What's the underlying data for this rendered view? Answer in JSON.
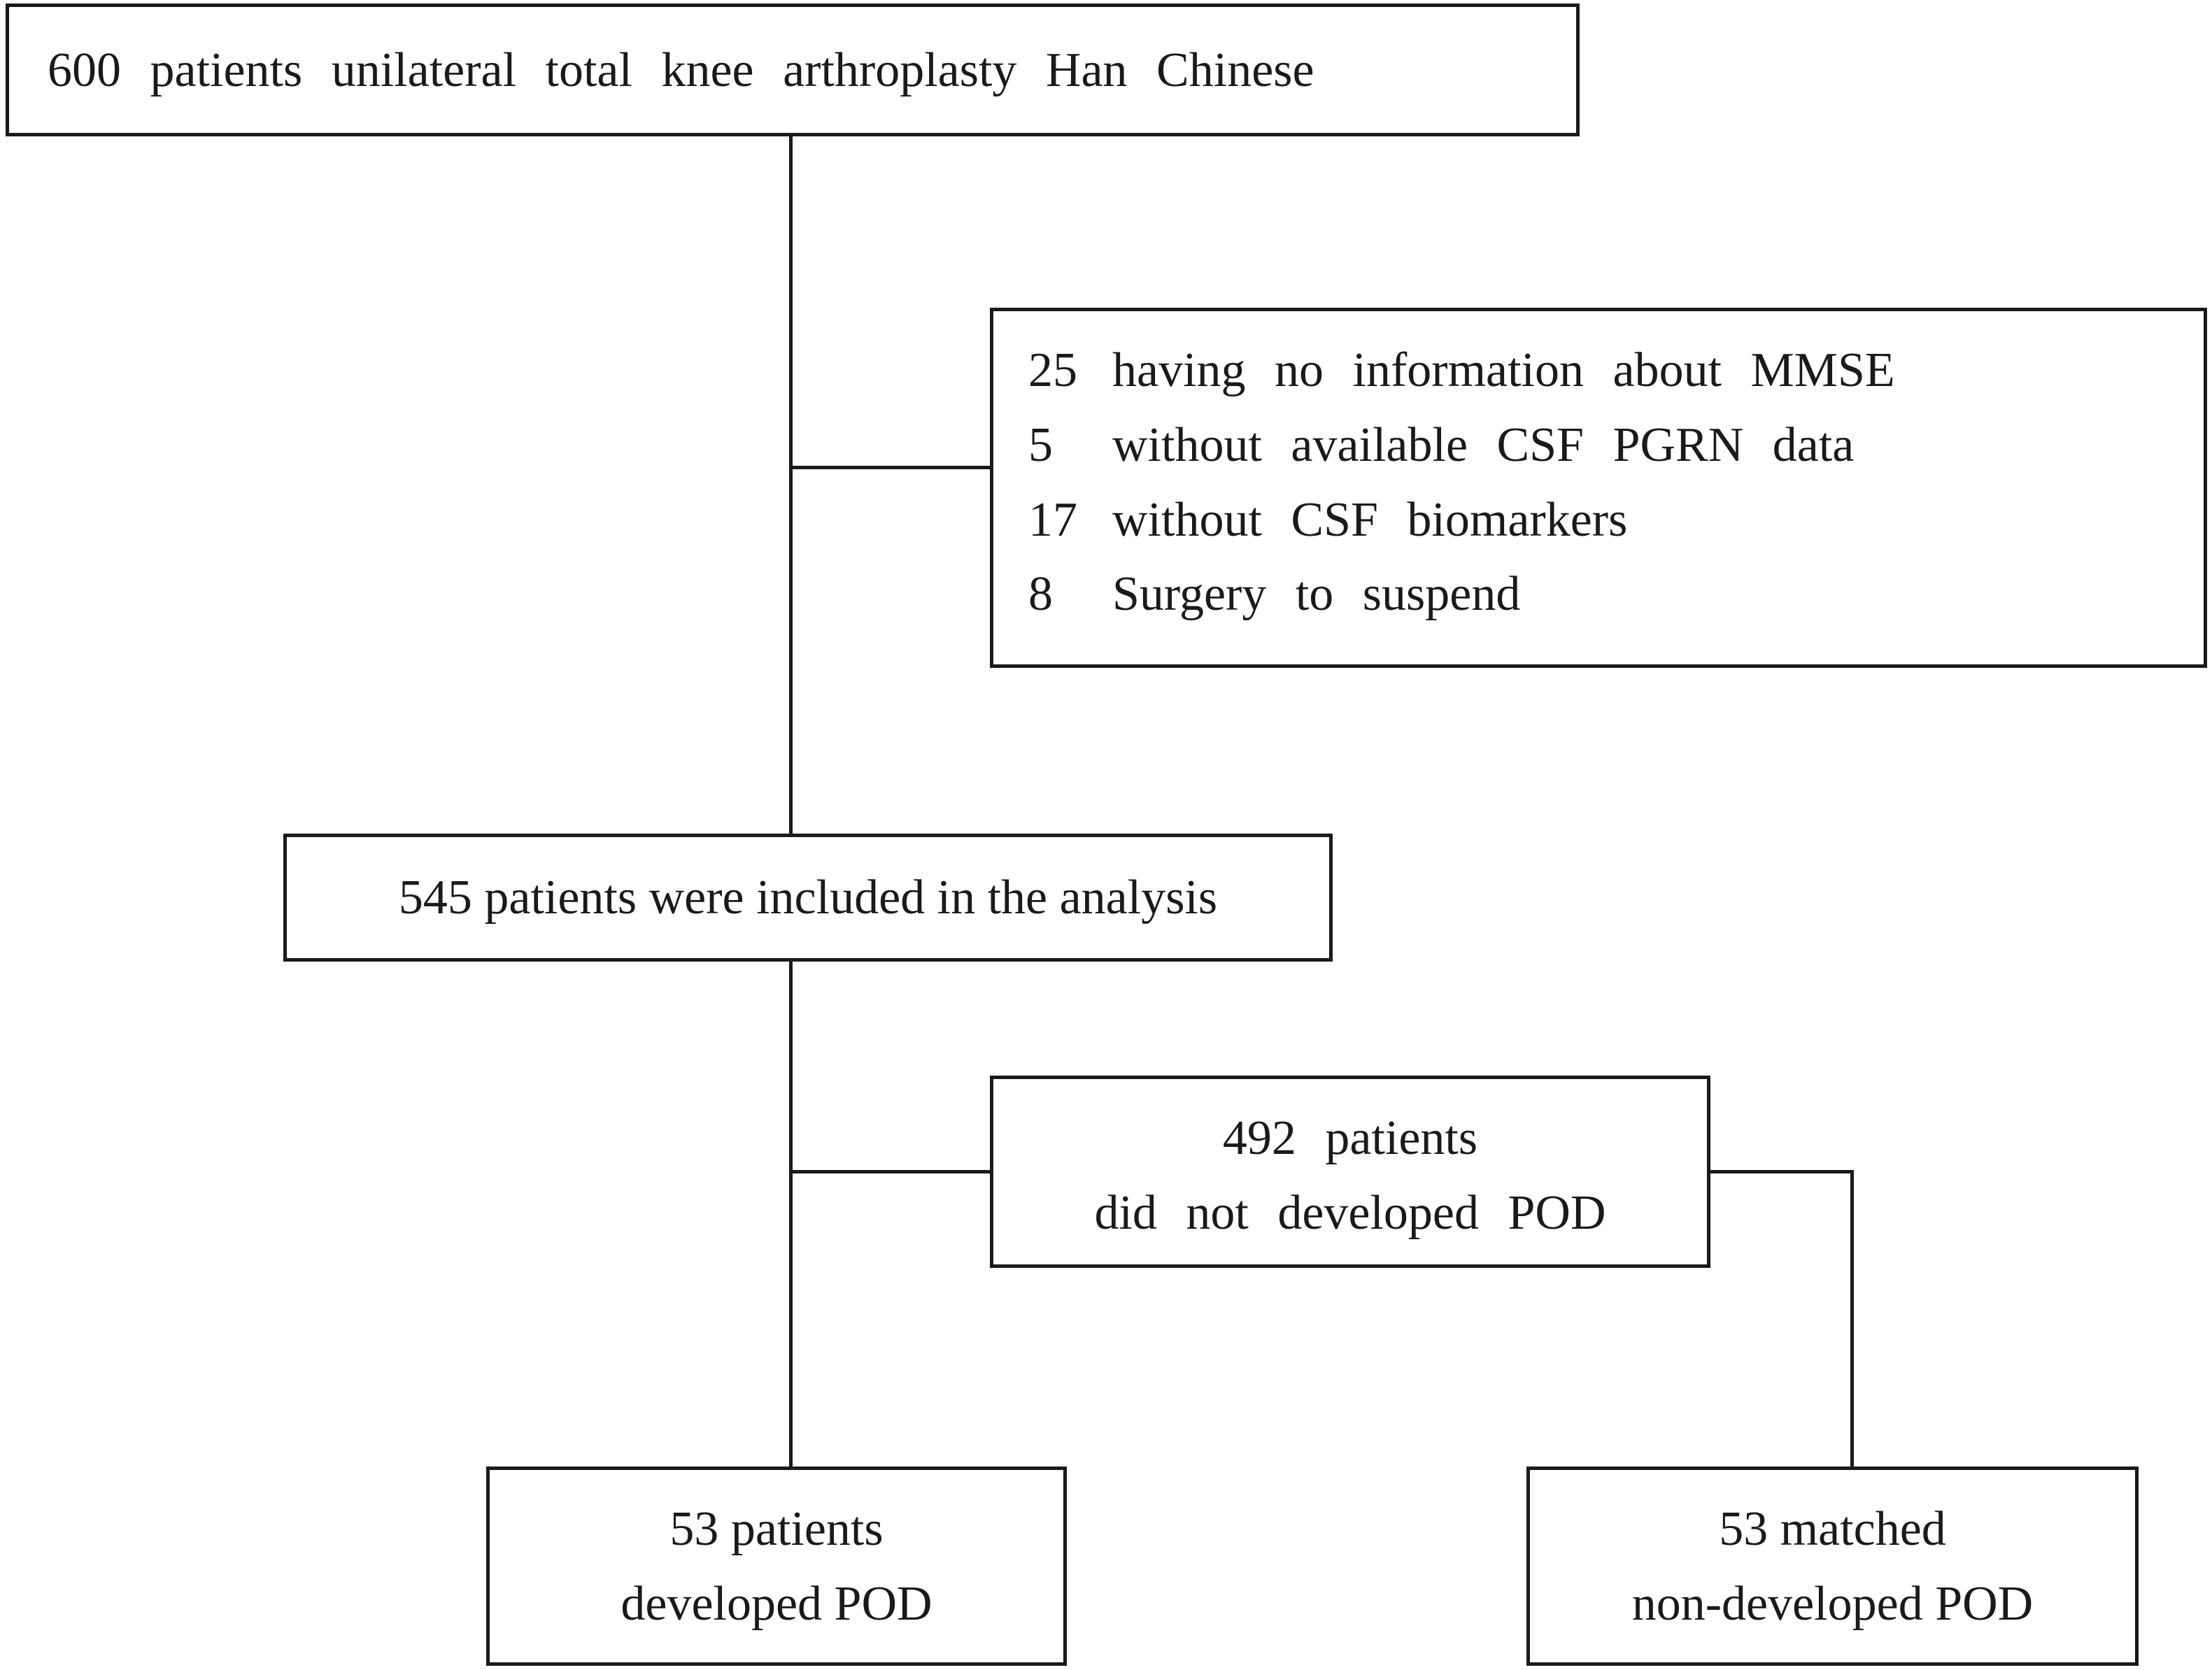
{
  "flowchart": {
    "enrolled": {
      "text": "600 patients unilateral total knee arthroplasty Han Chinese"
    },
    "excluded": {
      "items": [
        {
          "count": "25",
          "reason": "having no information about MMSE"
        },
        {
          "count": "5",
          "reason": "without available CSF PGRN data"
        },
        {
          "count": "17",
          "reason": "without CSF biomarkers"
        },
        {
          "count": "8",
          "reason": "Surgery to suspend"
        }
      ]
    },
    "included": {
      "text": "545 patients were included in the analysis"
    },
    "non_pod": {
      "line1": "492 patients",
      "line2": "did not developed POD"
    },
    "pod": {
      "line1": "53 patients",
      "line2": "developed POD"
    },
    "matched": {
      "line1": "53 matched",
      "line2": "non-developed POD"
    }
  }
}
